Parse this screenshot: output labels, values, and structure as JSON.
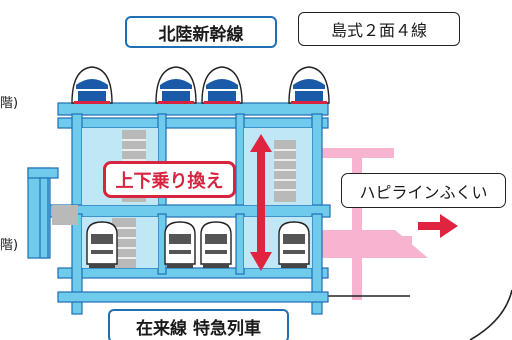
{
  "labels": {
    "hokuriku_shinkansen": "北陸新幹線",
    "platform_type": "島式２面４線",
    "transfer": "上下乗り換え",
    "hapi_line": "ハピラインふくい",
    "zairai_limited_express": "在来線 特急列車"
  },
  "side_marks": {
    "top": "階)",
    "bottom": "階)"
  },
  "colors": {
    "structure_blue": "#6ecbec",
    "structure_stroke": "#1f6fb4",
    "accent_red": "#e0243f",
    "hapi_pink": "#f6b4d0",
    "stair_gray": "#b9b9b9"
  }
}
